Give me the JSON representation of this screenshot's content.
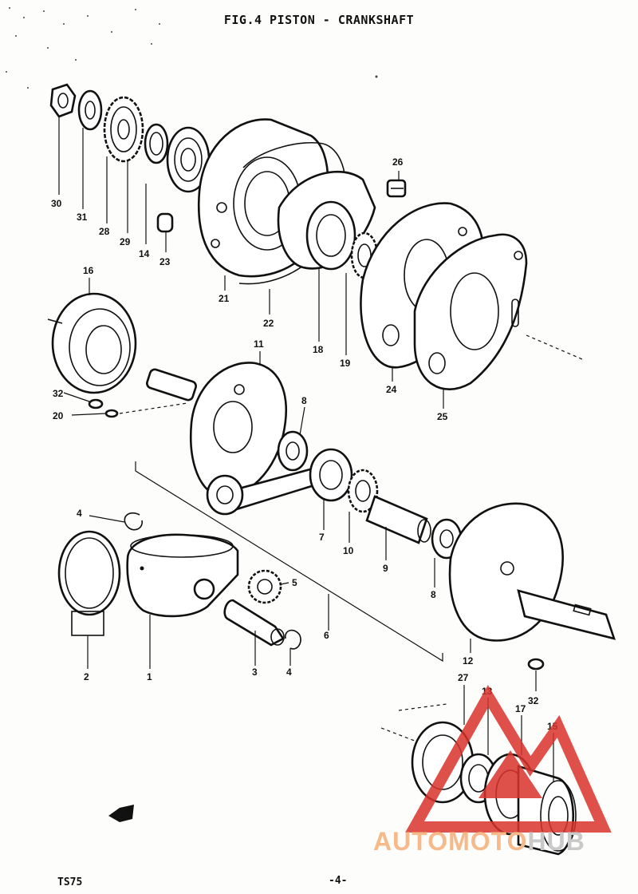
{
  "title": "FIG.4  PISTON - CRANKSHAFT",
  "footer": {
    "model": "TS75",
    "page": "-4-"
  },
  "parts": [
    {
      "ref": "1"
    },
    {
      "ref": "2"
    },
    {
      "ref": "3"
    },
    {
      "ref": "4"
    },
    {
      "ref": "4"
    },
    {
      "ref": "5"
    },
    {
      "ref": "6"
    },
    {
      "ref": "7"
    },
    {
      "ref": "8"
    },
    {
      "ref": "8"
    },
    {
      "ref": "9"
    },
    {
      "ref": "10"
    },
    {
      "ref": "11"
    },
    {
      "ref": "12"
    },
    {
      "ref": "13"
    },
    {
      "ref": "14"
    },
    {
      "ref": "15"
    },
    {
      "ref": "16"
    },
    {
      "ref": "17"
    },
    {
      "ref": "18"
    },
    {
      "ref": "19"
    },
    {
      "ref": "20"
    },
    {
      "ref": "21"
    },
    {
      "ref": "22"
    },
    {
      "ref": "23"
    },
    {
      "ref": "24"
    },
    {
      "ref": "25"
    },
    {
      "ref": "26"
    },
    {
      "ref": "27"
    },
    {
      "ref": "28"
    },
    {
      "ref": "29"
    },
    {
      "ref": "30"
    },
    {
      "ref": "31"
    },
    {
      "ref": "32"
    },
    {
      "ref": "32"
    }
  ],
  "watermark": {
    "word_a": "AUTOMOTO",
    "word_b": "HUB",
    "color_a": "#f6b98a",
    "color_b": "#c9c9c9",
    "logo_color": "#d9322b"
  }
}
